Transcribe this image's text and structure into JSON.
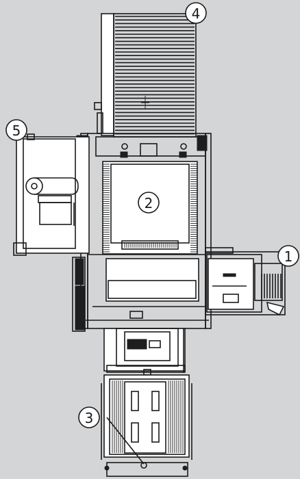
{
  "callouts": [
    {
      "id": "1",
      "label": "1"
    },
    {
      "id": "2",
      "label": "2"
    },
    {
      "id": "3",
      "label": "3"
    },
    {
      "id": "4",
      "label": "4"
    },
    {
      "id": "5",
      "label": "5"
    }
  ],
  "colors": {
    "background": "#d4d5d7",
    "line": "#1a1a1a",
    "panel": "#ffffff"
  }
}
